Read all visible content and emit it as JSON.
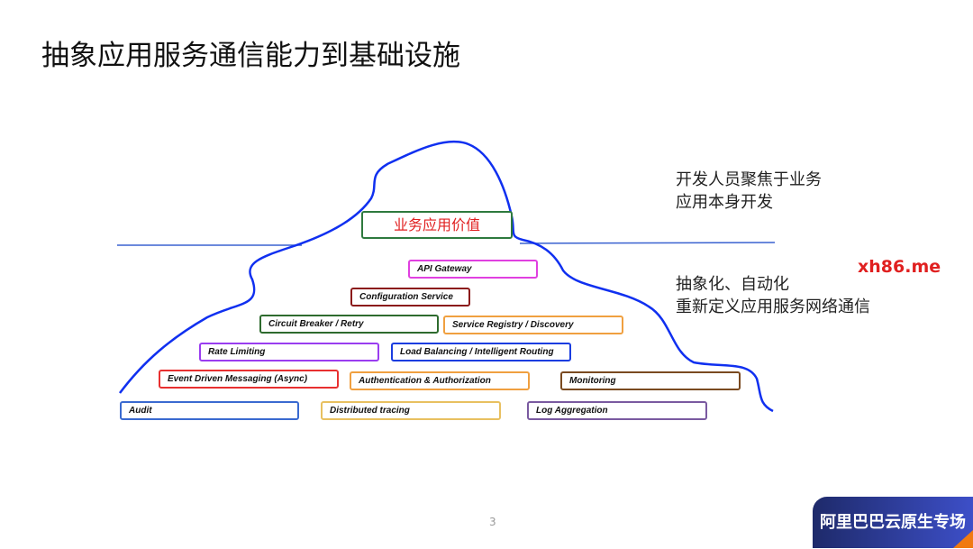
{
  "title": "抽象应用服务通信能力到基础设施",
  "value_box": "业务应用价值",
  "notes": {
    "top": [
      "开发人员聚焦于业务",
      "应用本身开发"
    ],
    "bottom": [
      "抽象化、自动化",
      "重新定义应用服务网络通信"
    ]
  },
  "watermark": "xh86.me",
  "boxes": {
    "api_gateway": "API Gateway",
    "config": "Configuration Service",
    "circuit": "Circuit Breaker  / Retry",
    "registry": "Service Registry / Discovery",
    "rate": "Rate Limiting",
    "lb": "Load Balancing / Intelligent Routing",
    "event": "Event Driven Messaging (Async)",
    "auth": "Authentication & Authorization",
    "monitoring": "Monitoring",
    "audit": "Audit",
    "tracing": "Distributed tracing",
    "log": "Log Aggregation"
  },
  "page_number": "3",
  "brand": "阿里巴巴云原生专场"
}
